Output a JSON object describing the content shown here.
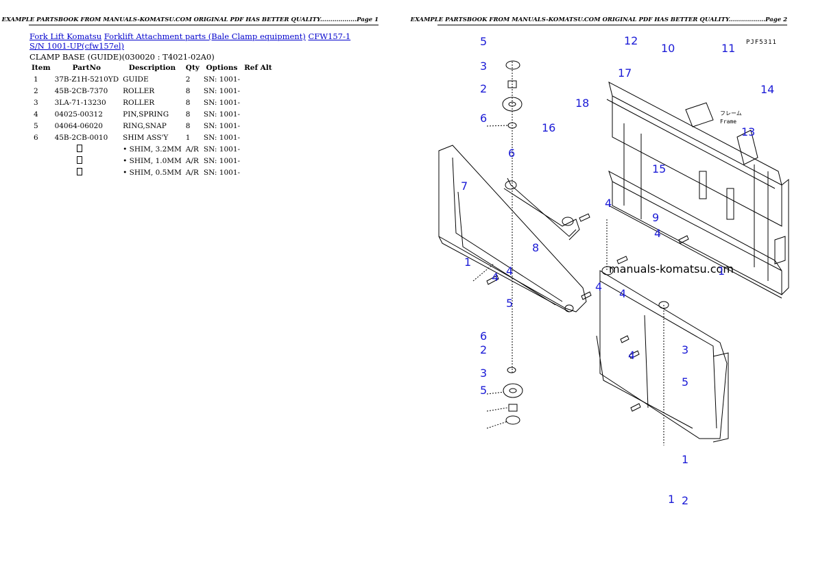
{
  "header": {
    "page1": "EXAMPLE PARTSBOOK FROM MANUALS-KOMATSU.COM ORIGINAL PDF HAS BETTER QUALITY..................Page 1",
    "page2": "EXAMPLE PARTSBOOK FROM MANUALS-KOMATSU.COM ORIGINAL PDF HAS BETTER QUALITY..................Page 2"
  },
  "breadcrumb": {
    "link1": "Fork Lift Komatsu",
    "link2": "Forklift Attachment parts (Bale Clamp equipment)",
    "link3": "CFW157-1 S/N 1001-UP(cfw157el)"
  },
  "section_title": "CLAMP BASE (GUIDE)(030020 : T4021-02A0)",
  "table": {
    "headers": [
      "Item",
      "PartNo",
      "Description",
      "Qty",
      "Options",
      "Ref Alt"
    ],
    "rows": [
      {
        "item": "1",
        "partno": "37B-Z1H-5210YD",
        "desc": "GUIDE",
        "qty": "2",
        "options": "SN: 1001-",
        "ref": ""
      },
      {
        "item": "2",
        "partno": "45B-2CB-7370",
        "desc": "ROLLER",
        "qty": "8",
        "options": "SN: 1001-",
        "ref": ""
      },
      {
        "item": "3",
        "partno": "3LA-71-13230",
        "desc": "ROLLER",
        "qty": "8",
        "options": "SN: 1001-",
        "ref": ""
      },
      {
        "item": "4",
        "partno": "04025-00312",
        "desc": "PIN,SPRING",
        "qty": "8",
        "options": "SN: 1001-",
        "ref": ""
      },
      {
        "item": "5",
        "partno": "04064-06020",
        "desc": "RING,SNAP",
        "qty": "8",
        "options": "SN: 1001-",
        "ref": ""
      },
      {
        "item": "6",
        "partno": "45B-2CB-0010",
        "desc": "SHIM ASS'Y",
        "qty": "1",
        "options": "SN: 1001-",
        "ref": ""
      },
      {
        "item": "",
        "partno": "",
        "desc": "• SHIM, 3.2MM",
        "qty": "A/R",
        "options": "SN: 1001-",
        "ref": ""
      },
      {
        "item": "",
        "partno": "",
        "desc": "• SHIM, 1.0MM",
        "qty": "A/R",
        "options": "SN: 1001-",
        "ref": ""
      },
      {
        "item": "",
        "partno": "",
        "desc": "• SHIM, 0.5MM",
        "qty": "A/R",
        "options": "SN: 1001-",
        "ref": ""
      }
    ]
  },
  "diagram": {
    "watermark": "manuals-komatsu.com",
    "ref_code": "PJF5311",
    "frame_jp": "フレーム",
    "frame_en": "Frame",
    "callouts": [
      "5",
      "3",
      "2",
      "6",
      "6",
      "7",
      "1",
      "4",
      "4",
      "5",
      "8",
      "6",
      "2",
      "3",
      "5",
      "12",
      "10",
      "11",
      "17",
      "14",
      "18",
      "16",
      "13",
      "15",
      "4",
      "9",
      "4",
      "1",
      "4",
      "4",
      "4",
      "3",
      "5",
      "1",
      "1",
      "2"
    ]
  },
  "colors": {
    "link": "#0000cc",
    "callout": "#1a1ad6"
  }
}
